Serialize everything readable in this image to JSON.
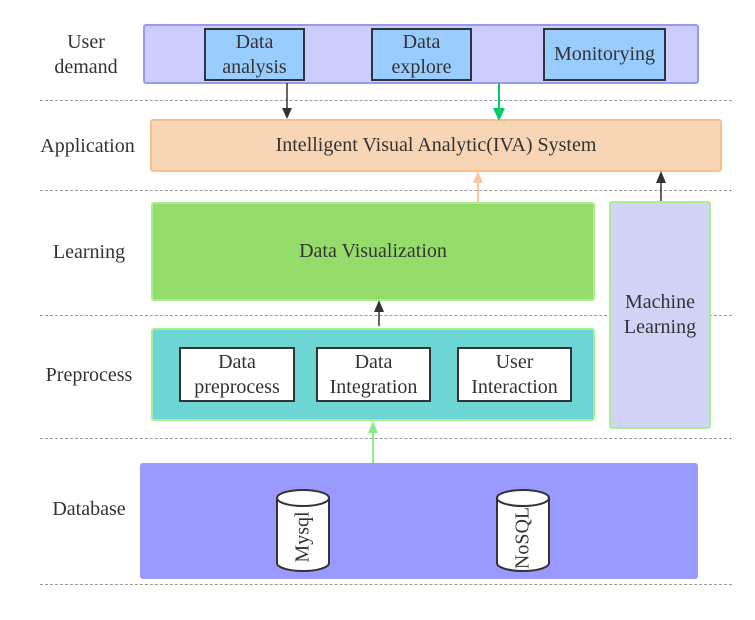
{
  "layers": {
    "user_demand": "User\ndemand",
    "application": "Application",
    "learning": "Learning",
    "preprocess": "Preprocess",
    "database": "Database"
  },
  "user_demand_items": {
    "data_analysis": "Data\nanalysis",
    "data_explore": "Data\nexplore",
    "monitoring": "Monitorying"
  },
  "application_box": "Intelligent Visual Analytic(IVA) System",
  "learning_box": "Data Visualization",
  "machine_learning_box": "Machine\nLearning",
  "preprocess_items": {
    "data_preprocess": "Data\npreprocess",
    "data_integration": "Data\nIntegration",
    "user_interaction": "User\nInteraction"
  },
  "database_items": {
    "mysql": "Mysql",
    "nosql": "NoSQL"
  },
  "colors": {
    "user_demand_bg": "#ccccff",
    "user_demand_border": "#9999ee",
    "demand_item_bg": "#99ccff",
    "application_bg": "#f8d5b4",
    "application_border": "#f5c08e",
    "learning_bg": "#96dc6a",
    "machine_learning_bg": "#d1d4f7",
    "preprocess_bg": "#6dd6d4",
    "green_border": "#a7f08f",
    "database_bg": "#9999ff",
    "arrow_dark": "#333333",
    "arrow_green": "#00cc66",
    "arrow_orange": "#ffc49a",
    "arrow_light_green": "#88ee88"
  }
}
